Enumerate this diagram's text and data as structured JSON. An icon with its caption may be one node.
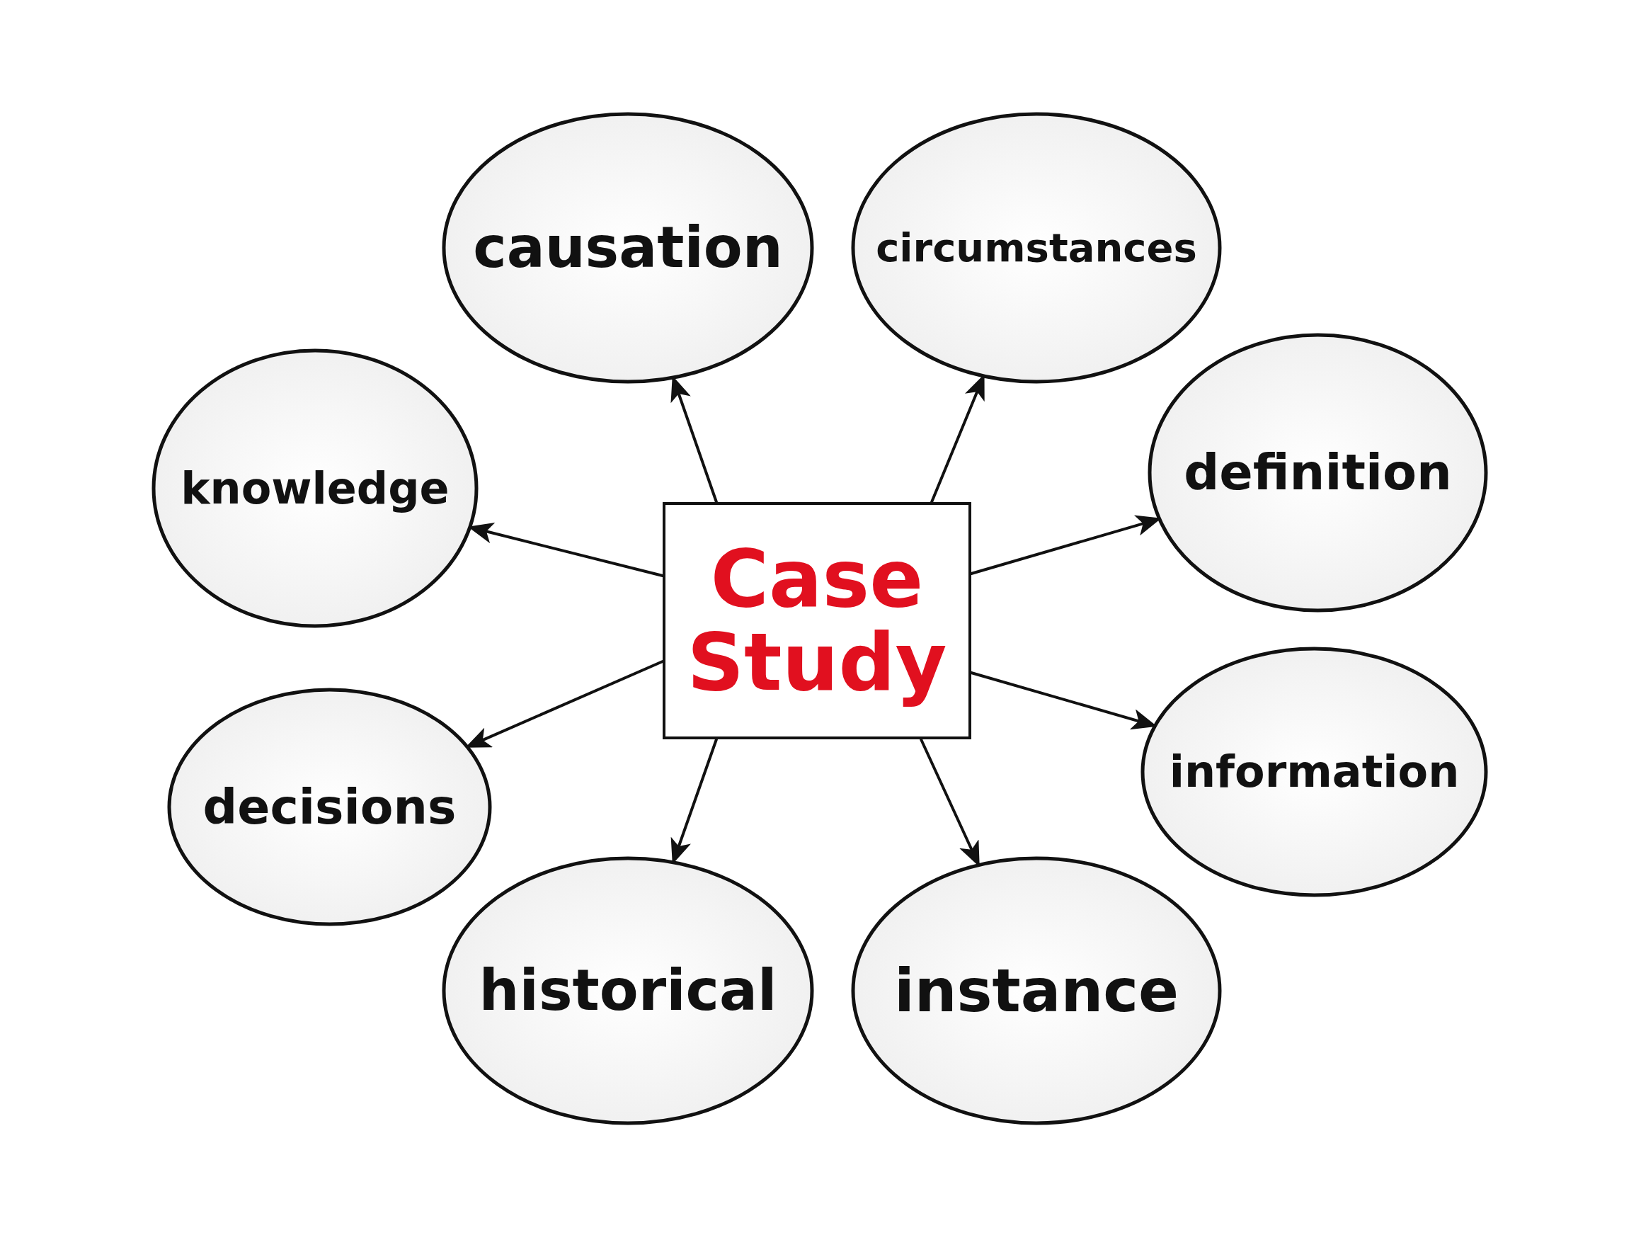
{
  "diagram": {
    "nodes": [
      {
        "text": [
          "Case Study"
        ]
      },
      {
        "text": [
          "causation"
        ]
      },
      {
        "text": [
          "circumstances"
        ]
      },
      {
        "text": [
          "knowledge"
        ]
      },
      {
        "text": [
          "definition"
        ]
      },
      {
        "text": [
          "decisions"
        ]
      },
      {
        "text": [
          "information"
        ]
      },
      {
        "text": [
          "historical"
        ]
      },
      {
        "text": [
          "instance"
        ]
      }
    ],
    "edges": [
      {
        "from": 0,
        "to": 1,
        "arrow": "to"
      },
      {
        "from": 0,
        "to": 2,
        "arrow": "to"
      },
      {
        "from": 0,
        "to": 3,
        "arrow": "to"
      },
      {
        "from": 0,
        "to": 4,
        "arrow": "to"
      },
      {
        "from": 0,
        "to": 5,
        "arrow": "to"
      },
      {
        "from": 0,
        "to": 6,
        "arrow": "to"
      },
      {
        "from": 0,
        "to": 7,
        "arrow": "to"
      },
      {
        "from": 0,
        "to": 8,
        "arrow": "to"
      }
    ]
  }
}
